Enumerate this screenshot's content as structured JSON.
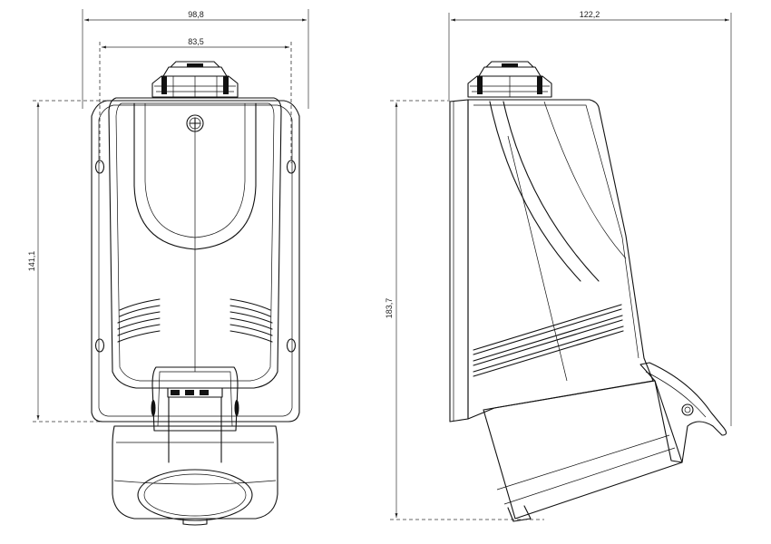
{
  "dimensions": {
    "front_overall_width": "98,8",
    "front_mount_width": "83,5",
    "front_mount_height": "141,1",
    "side_overall_depth": "122,2",
    "side_overall_height": "183,7"
  }
}
